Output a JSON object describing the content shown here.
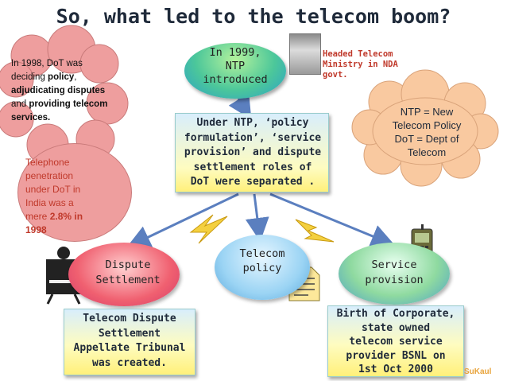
{
  "title": "So, what led to the telecom boom?",
  "ntp_oval": {
    "line1": "In 1999,",
    "line2": "NTP",
    "line3": "introduced"
  },
  "headed_note": {
    "line1": "Headed Telecom",
    "line2": "Ministry  in NDA",
    "line3": "govt."
  },
  "left_box": {
    "p1": "In 1998, DoT was deciding ",
    "p2": "policy",
    "p3": ", ",
    "p4": "adjudicating disputes",
    "p5": " and ",
    "p6": "providing telecom services."
  },
  "pink_oval": {
    "line1": "Telephone",
    "line2": "penetration",
    "line3": "under DoT in",
    "line4": "India was a",
    "line5a": "mere ",
    "line5b": "2.8% in",
    "line6": "1998"
  },
  "center_box": {
    "line1": "Under NTP,  ‘policy",
    "line2": "formulation’, ‘service",
    "line3": "provision’ and dispute",
    "line4": "settlement roles of",
    "line5": "DoT were separated ."
  },
  "cloud_right": {
    "line1": "NTP = New",
    "line2": "Telecom Policy",
    "line3": "DoT = Dept of",
    "line4": "Telecom"
  },
  "ovals": {
    "dispute": {
      "line1": "Dispute",
      "line2": "Settlement"
    },
    "policy": {
      "line1": "Telecom",
      "line2": "policy"
    },
    "service": {
      "line1": "Service",
      "line2": "provision"
    }
  },
  "box_bottom_left": {
    "line1": "Telecom Dispute",
    "line2": "Settlement",
    "line3": "Appellate Tribunal",
    "line4": "was created."
  },
  "box_bottom_right": {
    "line1": "Birth of Corporate,",
    "line2": "state owned",
    "line3": "telecom service",
    "line4": "provider BSNL on",
    "line5": "1st Oct 2000"
  },
  "watermark": "SuKaul",
  "colors": {
    "title": "#1f2a3a",
    "accent_red": "#c0392b",
    "pink": "#ee9e9e",
    "cloud": "#f9c9a0",
    "arrow": "#5b7fbf",
    "lightning": "#f4d03f"
  }
}
